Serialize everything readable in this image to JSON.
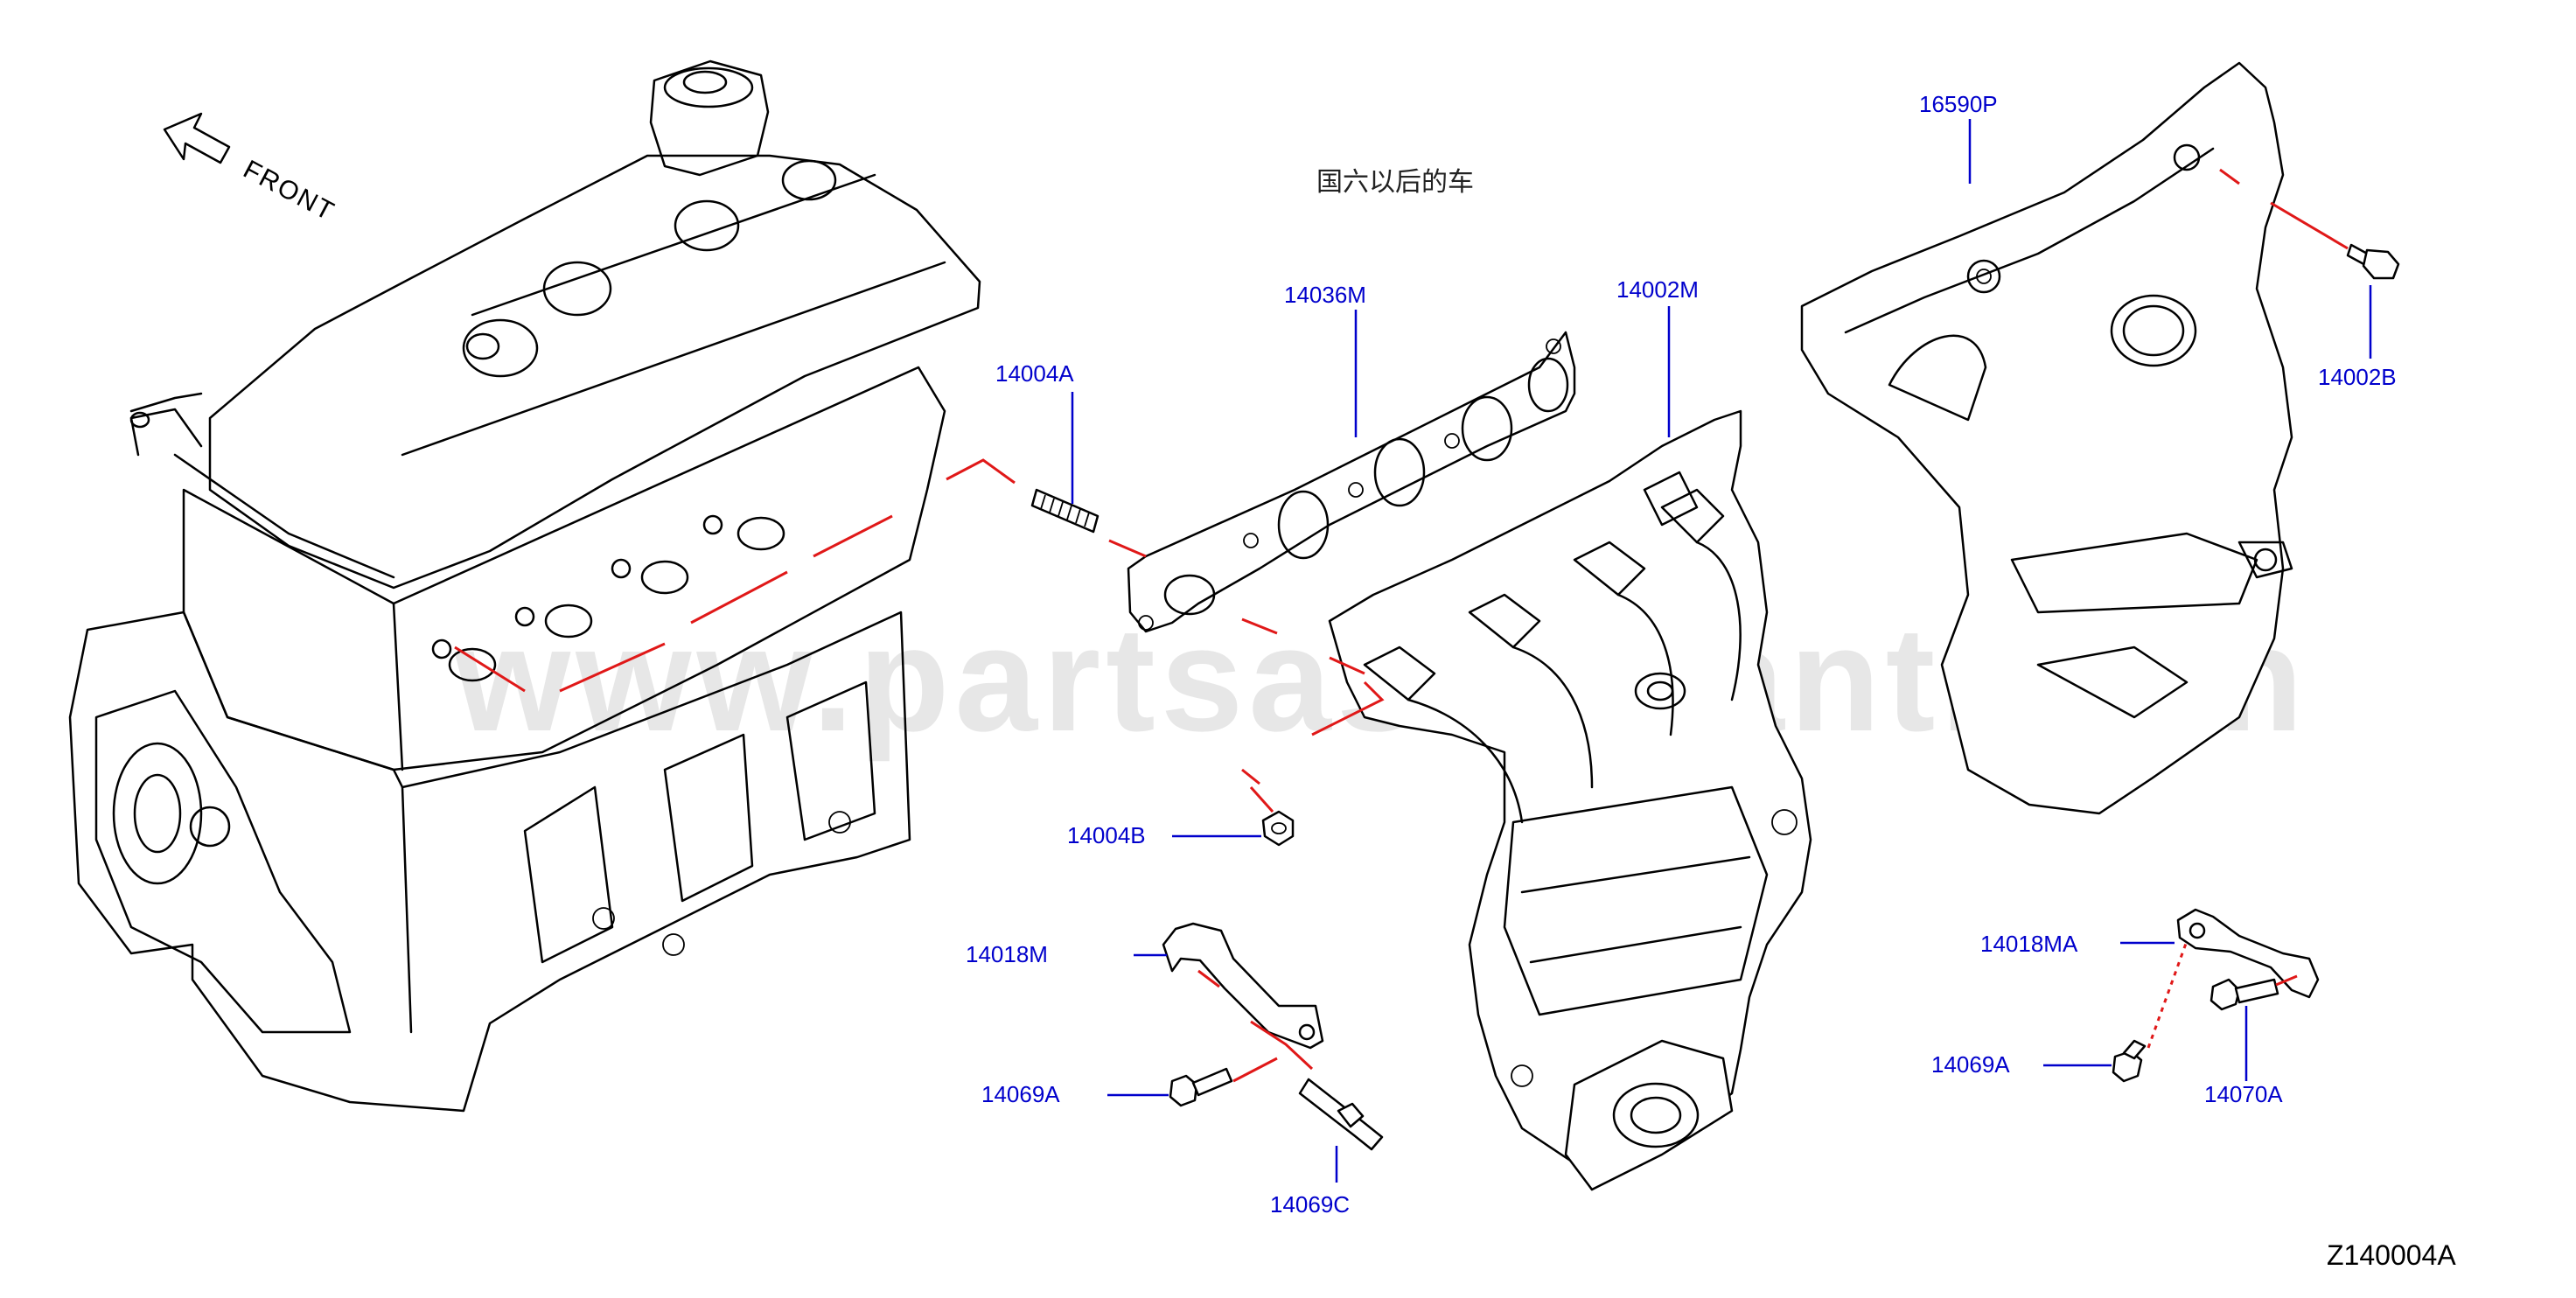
{
  "note": "国六以后的车",
  "direction": "FRONT",
  "watermark": "www.partsassistant.com",
  "figure_code": "Z140004A",
  "colors": {
    "label_blue": "#0000cc",
    "guide_red": "#e01818",
    "outline": "#000000"
  },
  "parts": [
    {
      "id": "14004A",
      "label": "14004A"
    },
    {
      "id": "14036M",
      "label": "14036M"
    },
    {
      "id": "14002M",
      "label": "14002M"
    },
    {
      "id": "16590P",
      "label": "16590P"
    },
    {
      "id": "14002B",
      "label": "14002B"
    },
    {
      "id": "14004B",
      "label": "14004B"
    },
    {
      "id": "14018M",
      "label": "14018M"
    },
    {
      "id": "14069A_left",
      "label": "14069A"
    },
    {
      "id": "14069C",
      "label": "14069C"
    },
    {
      "id": "14018MA",
      "label": "14018MA"
    },
    {
      "id": "14069A_right",
      "label": "14069A"
    },
    {
      "id": "14070A",
      "label": "14070A"
    }
  ]
}
